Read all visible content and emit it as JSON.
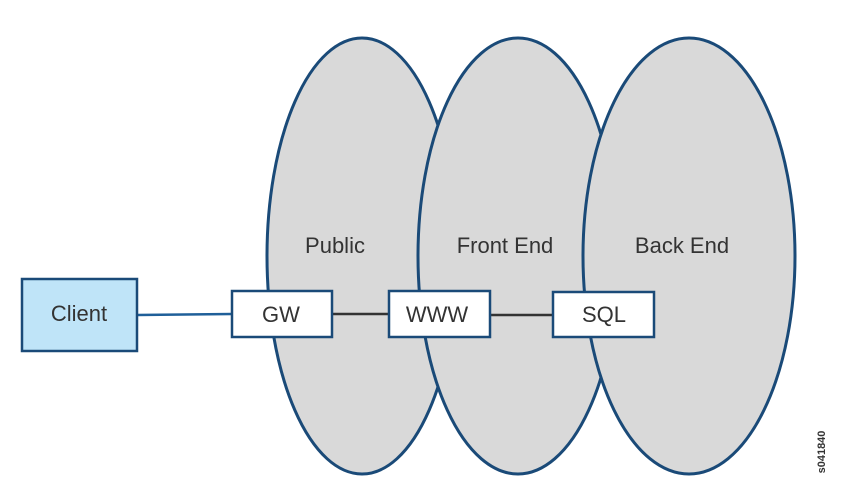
{
  "zones": [
    {
      "label": "Public"
    },
    {
      "label": "Front End"
    },
    {
      "label": "Back End"
    }
  ],
  "nodes": {
    "client": "Client",
    "gw": "GW",
    "www": "WWW",
    "sql": "SQL"
  },
  "figure_id": "s041840",
  "colors": {
    "zone_fill": "#d9d9d9",
    "zone_stroke": "#1a4a78",
    "client_fill": "#bfe4f8",
    "client_stroke": "#1a4a78",
    "node_fill": "#ffffff",
    "client_link": "#1f5f99",
    "node_link": "#333333"
  }
}
